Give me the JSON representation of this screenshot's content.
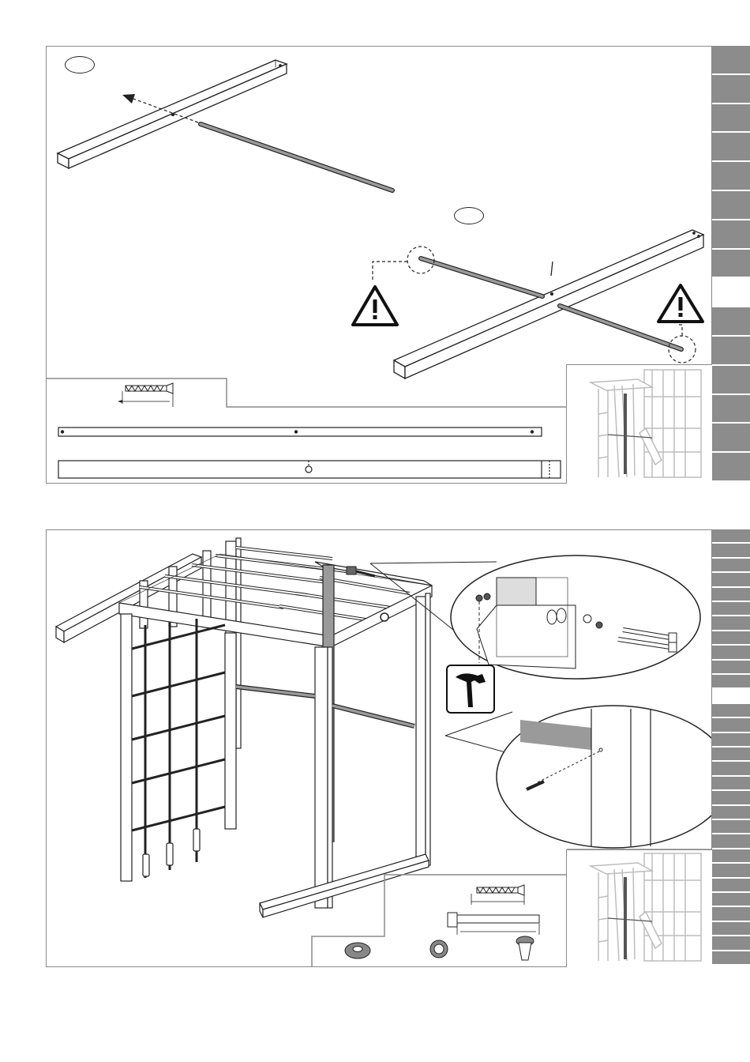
{
  "page": {
    "width": 950,
    "height": 1344,
    "background": "#ffffff"
  },
  "colors": {
    "line": "#222222",
    "rod": "#9a9a9a",
    "tab": "#8c8c8c",
    "panel_border": "#8a8a8a",
    "thumb_gray": "#bdbdbd",
    "thumb_dark": "#555555"
  },
  "top_panel": {
    "step_marker_a": "",
    "step_marker_b": "",
    "warning_icons": [
      "warning-triangle-icon",
      "warning-triangle-icon"
    ],
    "parts_box": {
      "screw_icon": "wood-screw-icon"
    }
  },
  "bottom_panel": {
    "tool_icon": "hammer-icon",
    "hardware_icons": [
      "washer-icon",
      "spring-washer-icon",
      "t-nut-icon",
      "bolt-icon",
      "wood-screw-icon"
    ]
  },
  "tabs": {
    "top_count": 15,
    "top_light_index": 8,
    "bottom_count": 30,
    "bottom_light_index": 11
  }
}
